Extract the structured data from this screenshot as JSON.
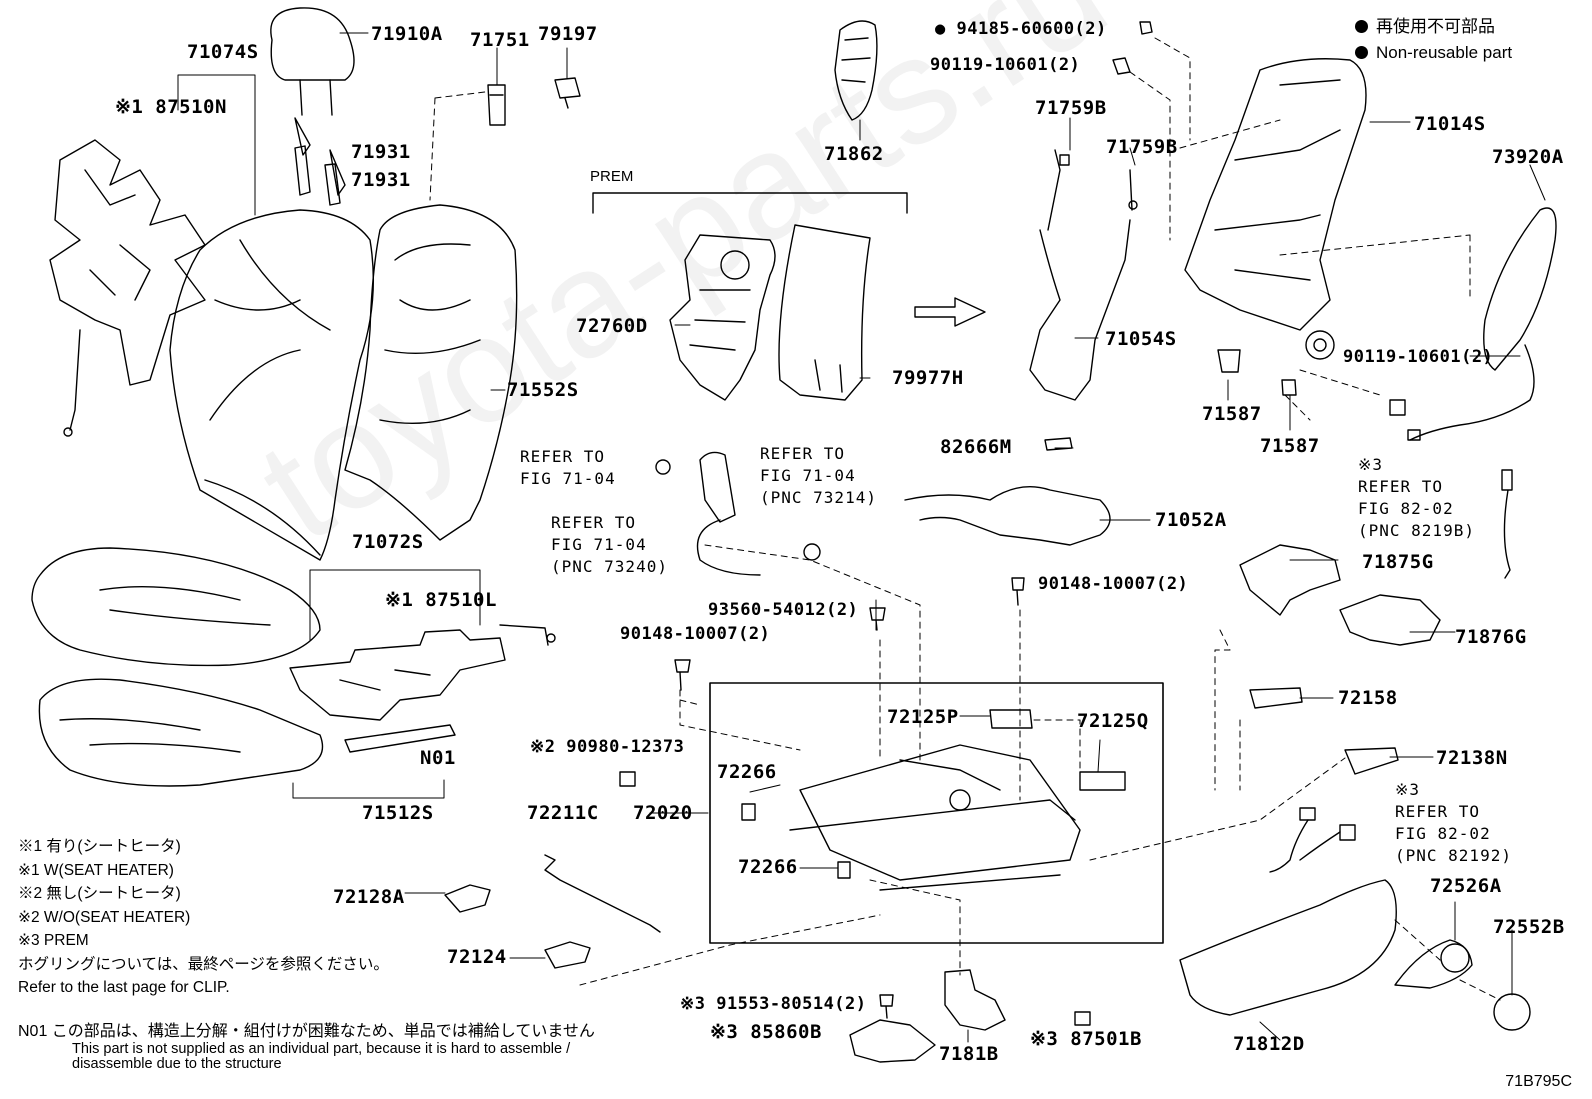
{
  "legend": {
    "symbol_jp": "再使用不可部品",
    "symbol_en": "Non-reusable part"
  },
  "prem_label": "PREM",
  "parts": {
    "p71074S": "71074S",
    "p87510N": "※1 87510N",
    "p71910A": "71910A",
    "p71751": "71751",
    "p79197": "79197",
    "p71931a": "71931",
    "p71931b": "71931",
    "p71862": "71862",
    "p94185": "● 94185-60600(2)",
    "p90119a": "90119-10601(2)",
    "p71759Ba": "71759B",
    "p71759Bb": "71759B",
    "p71014S": "71014S",
    "p73920A": "73920A",
    "p71552S": "71552S",
    "p72760D": "72760D",
    "p79977H": "79977H",
    "p71054S": "71054S",
    "p71587a": "71587",
    "p71587b": "71587",
    "p90119b": "90119-10601(2)",
    "p82666M": "82666M",
    "p71052A": "71052A",
    "p71072S": "71072S",
    "p87510L": "※1 87510L",
    "pN01": "N01",
    "p71512S": "71512S",
    "p71875G": "71875G",
    "p71876G": "71876G",
    "p90148a": "90148-10007(2)",
    "p93560": "93560-54012(2)",
    "p90148b": "90148-10007(2)",
    "p72125P": "72125P",
    "p72125Q": "72125Q",
    "p72266a": "72266",
    "p72266b": "72266",
    "p72020": "72020",
    "p90980": "※2 90980-12373",
    "p72211C": "72211C",
    "p72128A": "72128A",
    "p72124": "72124",
    "p72158": "72158",
    "p72138N": "72138N",
    "p72526A": "72526A",
    "p72552B": "72552B",
    "p71812D": "71812D",
    "p91553": "※3 91553-80514(2)",
    "p85860B": "※3 85860B",
    "p7181B": "7181B",
    "p87501B": "※3 87501B"
  },
  "refs": {
    "ref1": "REFER TO\nFIG 71-04",
    "ref2": "REFER TO\nFIG 71-04\n(PNC 73214)",
    "ref3": "REFER TO\nFIG 71-04\n(PNC 73240)",
    "ref4": "※3\nREFER TO\nFIG 82-02\n(PNC 8219B)",
    "ref5": "※3\nREFER TO\nFIG 82-02\n(PNC 82192)"
  },
  "notes": [
    "※1 有り(シートヒータ)",
    "※1 W(SEAT HEATER)",
    "※2 無し(シートヒータ)",
    "※2 W/O(SEAT HEATER)",
    "※3 PREM",
    "ホグリングについては、最終ページを参照ください。",
    "Refer to the last page for CLIP."
  ],
  "n01_jp": "N01 この部品は、構造上分解・組付けが困難なため、単品では補給していません",
  "n01_en_1": "This part is not supplied as an individual part, because it is hard to assemble /",
  "n01_en_2": "disassemble due to the structure",
  "figure_id": "71B795C",
  "watermark": "toyota-parts.ru"
}
